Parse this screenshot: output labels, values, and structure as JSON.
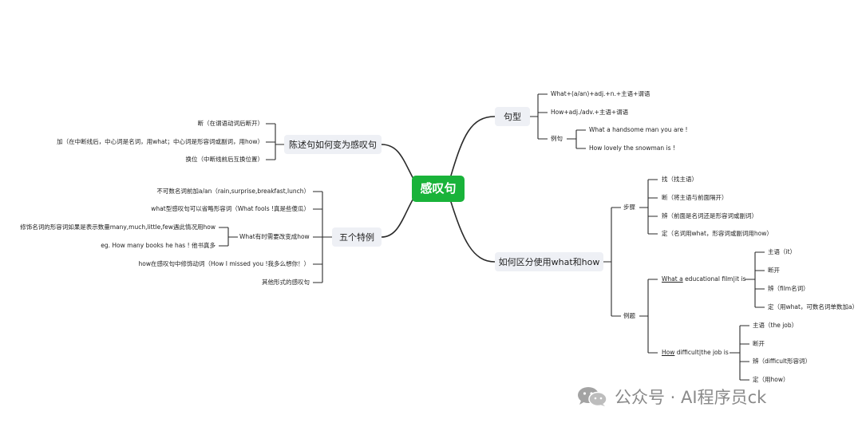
{
  "root": "感叹句",
  "topics": {
    "pattern": "句型",
    "convert": "陈述句如何变为感叹句",
    "special": "五个特例",
    "distinguish": "如何区分使用what和how"
  },
  "pattern": {
    "what_rule": "What+(a/an)+adj.+n.+主语+谓语",
    "how_rule": "How+adj./adv.+主语+谓语",
    "example_label": "例句",
    "examples": [
      "What a handsome man you are !",
      "How lovely the snowman is !"
    ]
  },
  "convert": {
    "steps": [
      "断（在谓语动词后断开）",
      "加（在中断线后，中心词是名词，用what；中心词是形容词或副词，用how）",
      "换位（中断线前后互换位置）"
    ]
  },
  "special": {
    "items": [
      "不可数名词前加a/an（rain,surprise,breakfast,lunch）",
      "what型感叹句可以省略形容词（What fools !真是些傻瓜）",
      "What有时需要改变成how",
      "how在感叹句中修饰动词（How I missed you !我多么想你！）",
      "其他形式的感叹句"
    ],
    "sub": [
      "修饰名词的形容词如果是表示数量many,much,little,few遇此情况用how",
      "eg. How many books he has ! 他书真多"
    ]
  },
  "distinguish": {
    "steps_label": "步骤",
    "steps": [
      "找（找主语）",
      "断（将主语与前面隔开）",
      "辨（前面是名词还是形容词或副词）",
      "定（名词用what，形容词或副词用how）"
    ],
    "examples_label": "例题",
    "ex1": {
      "underlined": "What a",
      "rest": " educational film|it is",
      "items": [
        "主语（it）",
        "断开",
        "辨（film名词）",
        "定（用what，可数名词单数加a）"
      ]
    },
    "ex2": {
      "underlined": "How",
      "rest": " difficult|the job is",
      "items": [
        "主语（the job）",
        "断开",
        "辨（difficult形容词）",
        "定（用how）"
      ]
    }
  },
  "watermark": {
    "text": "公众号 · AI程序员ck",
    "icon": "wechat-icon"
  }
}
